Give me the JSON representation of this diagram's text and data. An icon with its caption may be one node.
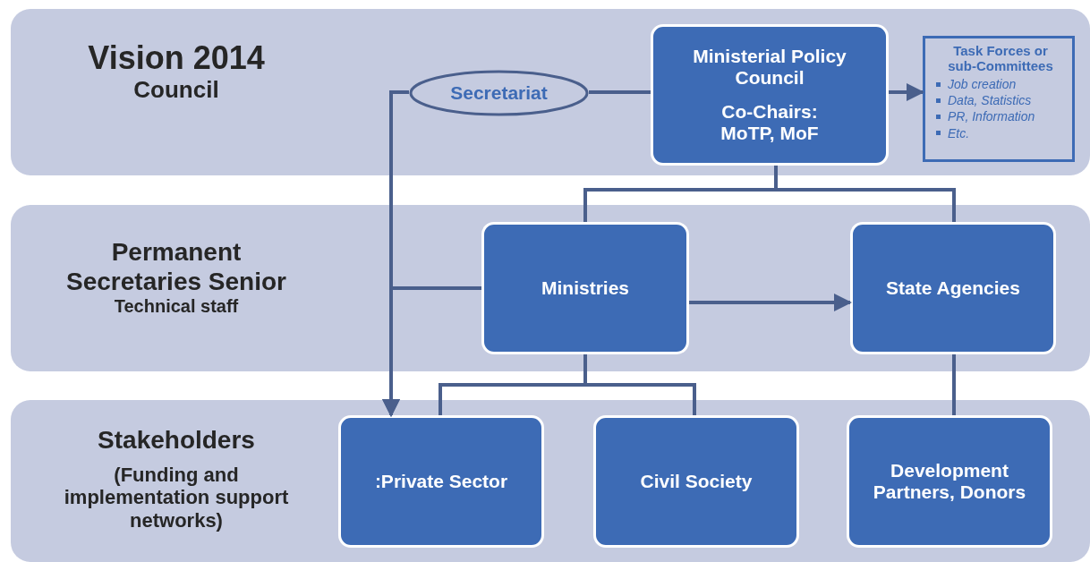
{
  "diagram": {
    "nodes": [
      {
        "text": [
          "Vision 2014",
          "Council"
        ]
      },
      {
        "text": [
          "Secretariat"
        ],
        "in": 0
      },
      {
        "text": [
          "Ministerial Policy Council",
          "Co-Chairs: MoTP, MoF"
        ],
        "in": 0
      },
      {
        "text": [
          "Task Forces or sub-Committees",
          "Job creation",
          "Data, Statistics",
          "PR, Information",
          "Etc."
        ],
        "in": 0
      },
      {
        "text": [
          "Permanent Secretaries Senior",
          "Technical staff"
        ]
      },
      {
        "text": [
          "Ministries"
        ],
        "in": 4
      },
      {
        "text": [
          "State Agencies"
        ],
        "in": 4
      },
      {
        "text": [
          "Stakeholders",
          "(Funding and implementation support networks)"
        ]
      },
      {
        "text": [
          ":Private Sector"
        ],
        "in": 7
      },
      {
        "text": [
          "Civil Society"
        ],
        "in": 7
      },
      {
        "text": [
          "Development Partners, Donors"
        ],
        "in": 7
      }
    ],
    "edges": [
      {
        "from": 1,
        "to": 2,
        "arrow": "none"
      },
      {
        "from": 2,
        "to": 3,
        "arrow": "to"
      },
      {
        "from": 2,
        "to": 5,
        "arrow": "none"
      },
      {
        "from": 2,
        "to": 6,
        "arrow": "none"
      },
      {
        "from": 5,
        "to": 6,
        "arrow": "to"
      },
      {
        "from": 1,
        "to": 8,
        "arrow": "to"
      },
      {
        "from": 5,
        "to": 8,
        "arrow": "to"
      },
      {
        "from": 5,
        "to": 8,
        "arrow": "none"
      },
      {
        "from": 5,
        "to": 9,
        "arrow": "none"
      },
      {
        "from": 6,
        "to": 10,
        "arrow": "none"
      }
    ]
  }
}
